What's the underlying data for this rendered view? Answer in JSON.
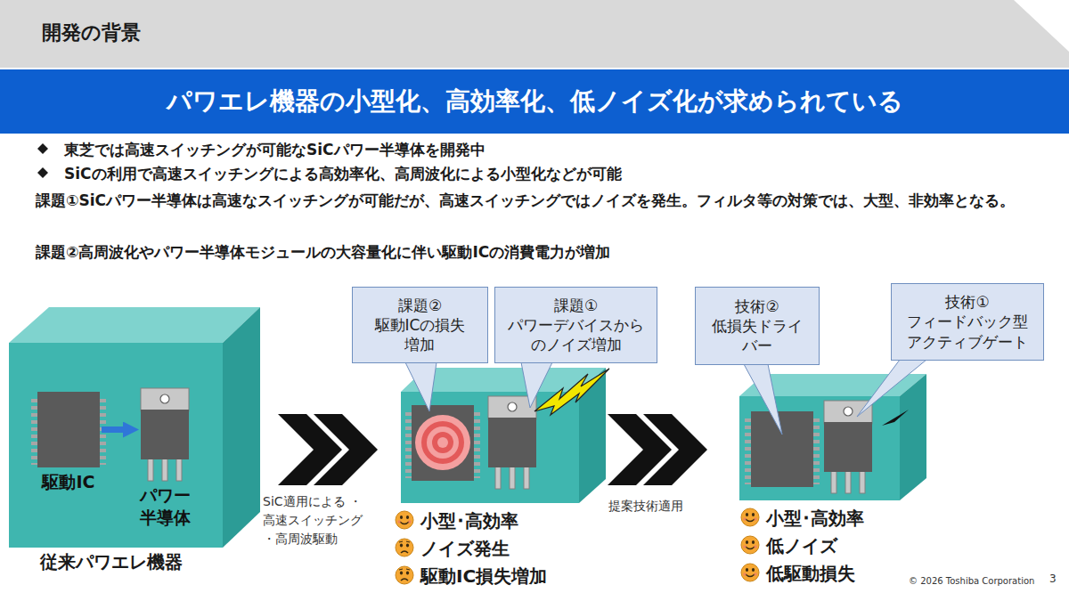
{
  "diagram": {
    "title": "開発の背景",
    "nodes": [
      {
        "text": [
          "パワエレ機器の小型化、高効率化、低ノイズ化が求められている"
        ]
      },
      {
        "text": [
          "駆動IC"
        ]
      },
      {
        "text": [
          "パワー 半導体"
        ]
      },
      {
        "text": [
          "課題②",
          "駆動ICの損失 増加"
        ]
      },
      {
        "text": [
          "課題①",
          "パワーデバイスから のノイズ増加"
        ]
      },
      {
        "text": [
          "技術②",
          "低損失ドライ バー"
        ]
      },
      {
        "text": [
          "技術①",
          "フィードバック型 アクティブゲート"
        ]
      }
    ],
    "edges": [
      {
        "from": 1,
        "to": 2,
        "arrow": "to"
      }
    ],
    "labels": [
      "東芝では高速スイッチングが可能なSiCパワー半導体を開発中",
      "SiCの利用で高速スイッチングによる高効率化、高周波化による小型化などが可能",
      "課題①SiCパワー半導体は高速なスイッチングが可能だが、高速スイッチングではノイズを発生。フィルタ等の対策では、大型、非効率となる。",
      "課題②高周波化やパワー半導体モジュールの大容量化に伴い駆動ICの消費電力が増加",
      "従来パワエレ機器",
      "SiC適用による ・高速スイッチング ・高周波駆動",
      "小型･高効率",
      "ノイズ発生",
      "駆動IC損失増加",
      "提案技術適用",
      "小型･高効率",
      "低ノイズ",
      "低駆動損失",
      "© 2026 Toshiba Corporation",
      "3"
    ]
  }
}
